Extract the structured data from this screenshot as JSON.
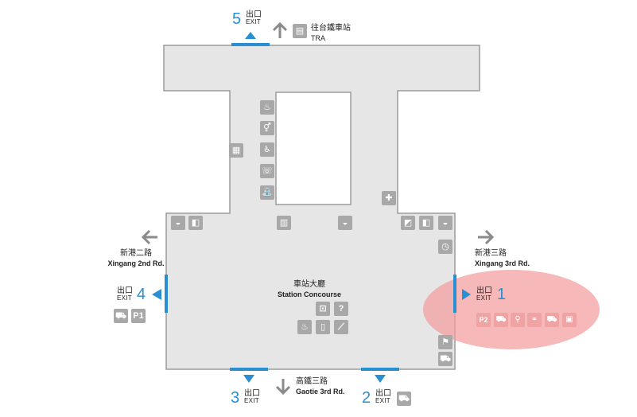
{
  "exits": {
    "exit1": {
      "number": "1",
      "zh": "出口",
      "en": "EXIT"
    },
    "exit2": {
      "number": "2",
      "zh": "出口",
      "en": "EXIT"
    },
    "exit3": {
      "number": "3",
      "zh": "出口",
      "en": "EXIT"
    },
    "exit4": {
      "number": "4",
      "zh": "出口",
      "en": "EXIT"
    },
    "exit5": {
      "number": "5",
      "zh": "出口",
      "en": "EXIT"
    }
  },
  "directions": {
    "tra": {
      "zh": "往台鐵車站",
      "en": "TRA"
    },
    "west": {
      "zh": "新港二路",
      "en": "Xingang 2nd Rd."
    },
    "east": {
      "zh": "新港三路",
      "en": "Xingang 3rd Rd."
    },
    "south": {
      "zh": "高鐵三路",
      "en": "Gaotie 3rd Rd."
    }
  },
  "concourse": {
    "zh": "車站大廳",
    "en": "Station Concourse"
  },
  "parking": {
    "p1": "P1",
    "p2": "P2"
  },
  "colors": {
    "accent": "#2a8fd0",
    "floor": "#e5e5e5",
    "wall": "#9a9a9a",
    "icon": "#a8a8a8",
    "highlight": "#f29a9a"
  },
  "icons": [
    "train-icon",
    "car-icon",
    "parking-icon",
    "toilet-icon",
    "wheelchair-icon",
    "phone-icon",
    "drink-icon",
    "ticket-icon",
    "info-icon",
    "escalator-icon",
    "bus-icon",
    "bicycle-icon",
    "scooter-icon",
    "taxi-icon",
    "firstaid-icon",
    "locker-icon"
  ]
}
